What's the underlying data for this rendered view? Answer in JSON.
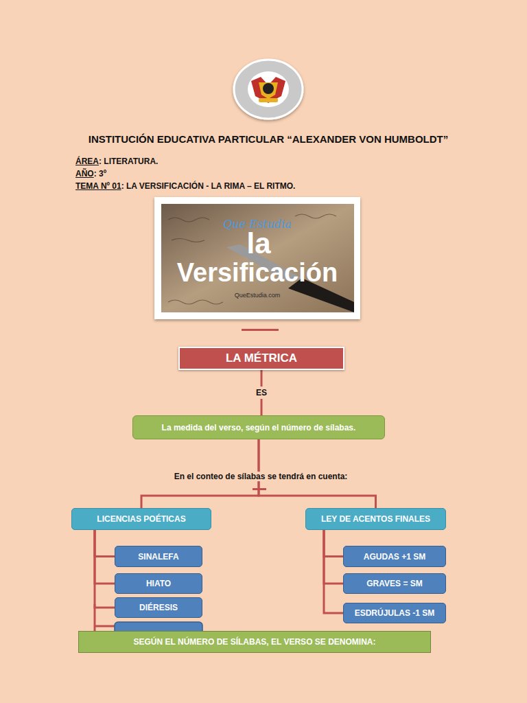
{
  "diagram": {
    "title": "INSTITUCIÓN EDUCATIVA PARTICULAR “ALEXANDER VON HUMBOLDT”",
    "nodes": [
      {
        "text": [
          "LA MÉTRICA"
        ]
      },
      {
        "text": [
          "La medida del verso, según el número de sílabas."
        ]
      },
      {
        "text": [
          "LICENCIAS POÉTICAS"
        ]
      },
      {
        "text": [
          "SINALEFA"
        ]
      },
      {
        "text": [
          "HIATO"
        ]
      },
      {
        "text": [
          "DIÉRESIS"
        ]
      },
      {
        "text": [
          "LEY DE ACENTOS FINALES"
        ]
      },
      {
        "text": [
          "AGUDAS +1 SM"
        ]
      },
      {
        "text": [
          "GRAVES = SM"
        ]
      },
      {
        "text": [
          "ESDRÚJULAS -1 SM"
        ]
      },
      {
        "text": [
          "SEGÚN EL NÚMERO DE SÍLABAS, EL VERSO SE DENOMINA:"
        ]
      }
    ],
    "edges": [
      {
        "from": 0,
        "to": 1,
        "label": "ES",
        "arrow": "none"
      },
      {
        "from": 1,
        "to": 2,
        "arrow": "none"
      },
      {
        "from": 1,
        "to": 6,
        "arrow": "none"
      },
      {
        "from": 2,
        "to": 3,
        "arrow": "none"
      },
      {
        "from": 2,
        "to": 4,
        "arrow": "none"
      },
      {
        "from": 2,
        "to": 5,
        "arrow": "none"
      },
      {
        "from": 6,
        "to": 7,
        "arrow": "none"
      },
      {
        "from": 6,
        "to": 8,
        "arrow": "none"
      },
      {
        "from": 6,
        "to": 9,
        "arrow": "none"
      }
    ],
    "labels": [
      "ÁREA",
      ": LITERATURA.",
      "AÑO",
      ": 3º",
      "TEMA Nº 01",
      ": LA VERSIFICACIÓN - LA RIMA – EL RITMO.",
      "Que Estudia",
      "la",
      "Versificación",
      "QueEstudia.com",
      "En el conteo de sílabas se tendrá en cuenta:"
    ]
  }
}
